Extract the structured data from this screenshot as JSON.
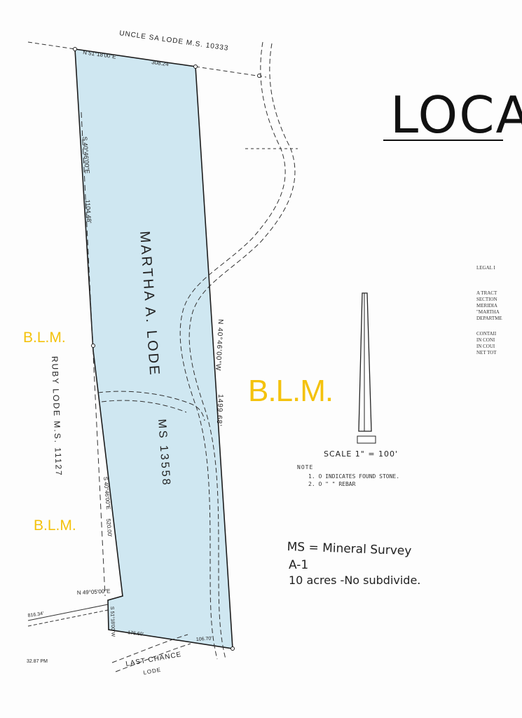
{
  "title": "LOCA",
  "blm": {
    "left_top": "B.L.M.",
    "center": "B.L.M.",
    "left_bottom": "B.L.M."
  },
  "parcel": {
    "name": "MARTHA A. LODE",
    "survey_number": "MS 13558"
  },
  "adjacent": {
    "north": "UNCLE SA    LODE M.S. 10333",
    "west": "RUBY LODE M.S. 11127",
    "south": "LAST CHANCE",
    "south_sub": "LODE"
  },
  "bearings": {
    "north_line": "N 51°18'00\"E",
    "north_distance": "308.24'",
    "east_line": "N 40°46'00\"W",
    "east_distance": "1499.68'",
    "west_line_top": "S 40°46'00\"E",
    "west_distance_top": "1104.48'",
    "west_line_bottom": "S 40°46'00\"E",
    "west_distance_bottom": "520.00'",
    "south_jog": "N 49°05'00\"E",
    "south_distance": "176.60'",
    "south_bearing_b": "S 51°18'00\"W",
    "south_east_distance": "106.70'",
    "left_edge_distance": "816.34'",
    "corner_note": "32.87 PM"
  },
  "legal": {
    "heading": "LEGAL I",
    "lines": [
      "A TRACT",
      "SECTION",
      "MERIDIA",
      "\"MARTHA",
      "DEPARTME",
      "",
      "CONTAII",
      "IN CONI",
      "IN COUI",
      "NET TOT"
    ]
  },
  "scale": "SCALE  1\" = 100'",
  "notes": {
    "heading": "NOTE",
    "items": [
      "1.  O  INDICATES FOUND STONE.",
      "2.  O        \"         \"         REBAR"
    ]
  },
  "handwritten": {
    "line1": "MS = Mineral Survey",
    "line2": "A-1",
    "line3": "10 acres  -No subdivide."
  },
  "colors": {
    "parcel_fill": "#cfe7f1",
    "blm": "#f4c20d",
    "line": "#222222"
  }
}
